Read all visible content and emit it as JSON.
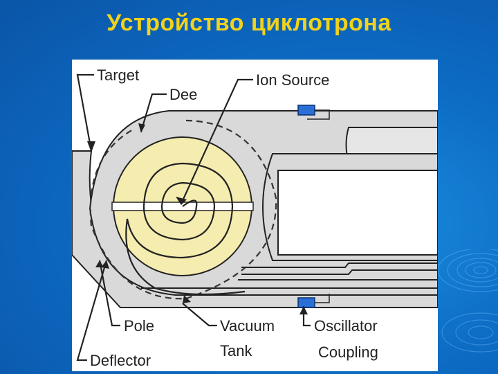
{
  "slide": {
    "title": "Устройство циклотрона"
  },
  "diagram": {
    "labels": {
      "target": "Target",
      "dee": "Dee",
      "ion_source": "Ion Source",
      "pole": "Pole",
      "vacuum_tank_line1": "Vacuum",
      "vacuum_tank_line2": "Tank",
      "oscillator_line1": "Oscillator",
      "oscillator_line2": "Coupling",
      "deflector": "Deflector"
    },
    "colors": {
      "background": "#0d6cc4",
      "title": "#f2d21a",
      "dee_fill": "#f5ecb0",
      "body_fill": "#d9d9d9",
      "coupler": "#2a6fd6"
    }
  }
}
